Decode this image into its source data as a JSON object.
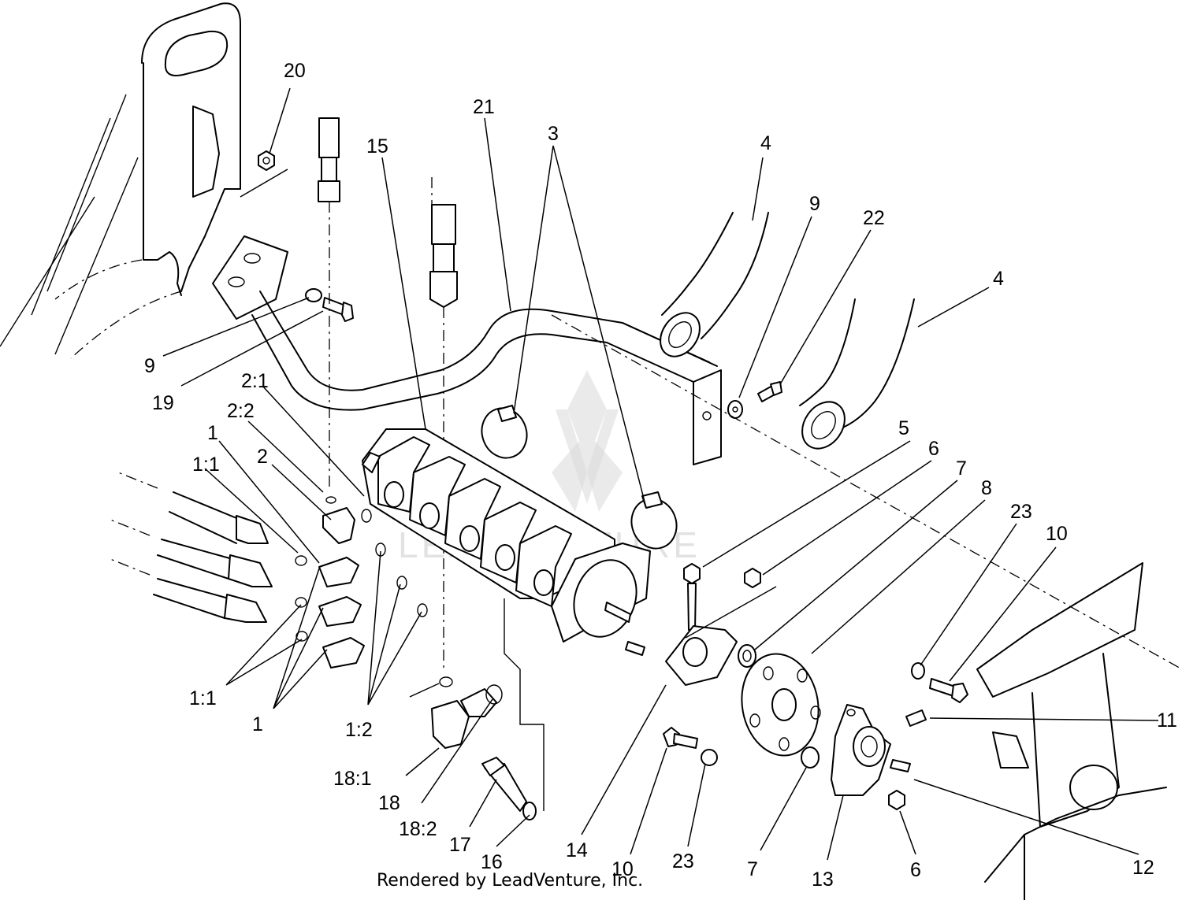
{
  "labels": {
    "l1a": "1",
    "l1b": "1",
    "l11a": "1:1",
    "l11b": "1:1",
    "l12": "1:2",
    "l2": "2",
    "l21": "2:1",
    "l22": "2:2",
    "l3": "3",
    "l4a": "4",
    "l4b": "4",
    "l5": "5",
    "l6a": "6",
    "l6b": "6",
    "l7a": "7",
    "l7b": "7",
    "l8": "8",
    "l9a": "9",
    "l9b": "9",
    "l10a": "10",
    "l10b": "10",
    "l11": "11",
    "l12n": "12",
    "l13": "13",
    "l14": "14",
    "l15": "15",
    "l16": "16",
    "l17": "17",
    "l18": "18",
    "l181": "18:1",
    "l182": "18:2",
    "l19": "19",
    "l20": "20",
    "l21n": "21",
    "l22n": "22",
    "l23a": "23",
    "l23b": "23"
  },
  "watermark": "LEADVENTURE",
  "caption": "Rendered by LeadVenture, Inc."
}
